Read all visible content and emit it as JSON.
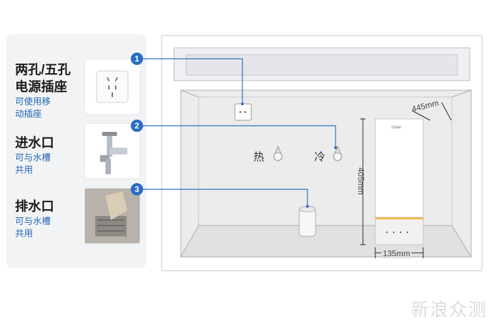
{
  "items": [
    {
      "num": "1",
      "title_l1": "两孔/五孔",
      "title_l2": "电源插座",
      "note_l1": "可使用移",
      "note_l2": "动插座"
    },
    {
      "num": "2",
      "title_l1": "进水口",
      "note_l1": "可与水槽",
      "note_l2": "共用"
    },
    {
      "num": "3",
      "title_l1": "排水口",
      "note_l1": "可与水槽",
      "note_l2": "共用"
    }
  ],
  "labels": {
    "hot": "热",
    "cold": "冷"
  },
  "dimensions": {
    "depth": "445mm",
    "height": "405mm",
    "width": "135mm"
  },
  "device": {
    "brand": "Haier"
  },
  "watermark": "新浪众测"
}
